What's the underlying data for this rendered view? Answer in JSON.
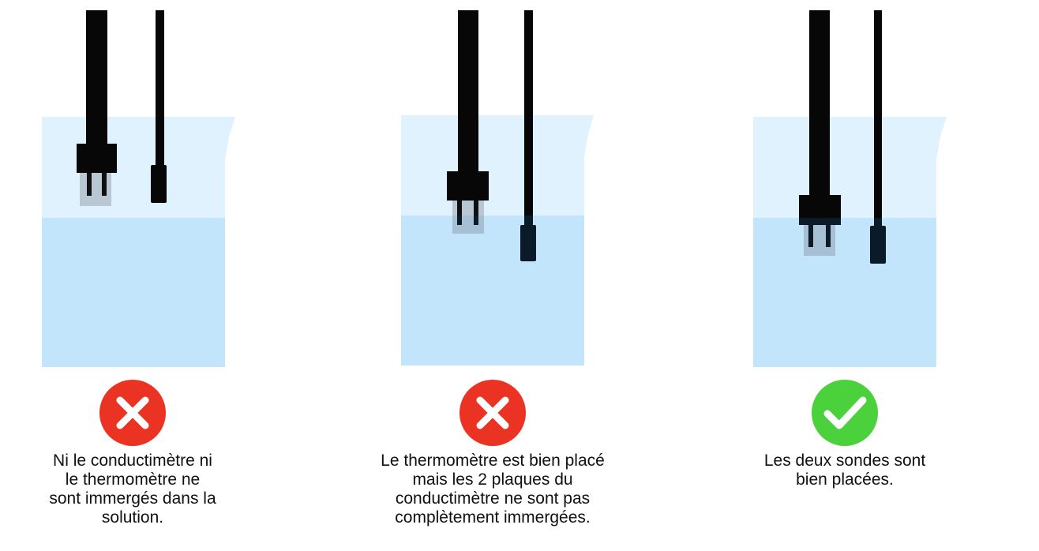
{
  "colors": {
    "beaker_glass": "#dff2fd",
    "solution": "#c3e5fb",
    "probe": "#070707",
    "probe_submerged": "#0a1a29",
    "plates": "#b9c7d3",
    "plates_submerged": "#a6bfd2",
    "wrong": "#ea3323",
    "correct": "#4bd13b",
    "caption": "#111111"
  },
  "panels": [
    {
      "status_icon": "cross-icon",
      "status": "wrong",
      "caption_lines": [
        "Ni le conductimètre ni",
        "le thermomètre ne",
        "sont immergés dans la",
        "solution."
      ]
    },
    {
      "status_icon": "cross-icon",
      "status": "wrong",
      "caption_lines": [
        "Le thermomètre est bien placé",
        "mais les 2 plaques du",
        "conductimètre ne sont pas",
        "complètement immergées."
      ]
    },
    {
      "status_icon": "check-icon",
      "status": "correct",
      "caption_lines": [
        "Les deux sondes sont",
        "bien placées."
      ]
    }
  ]
}
